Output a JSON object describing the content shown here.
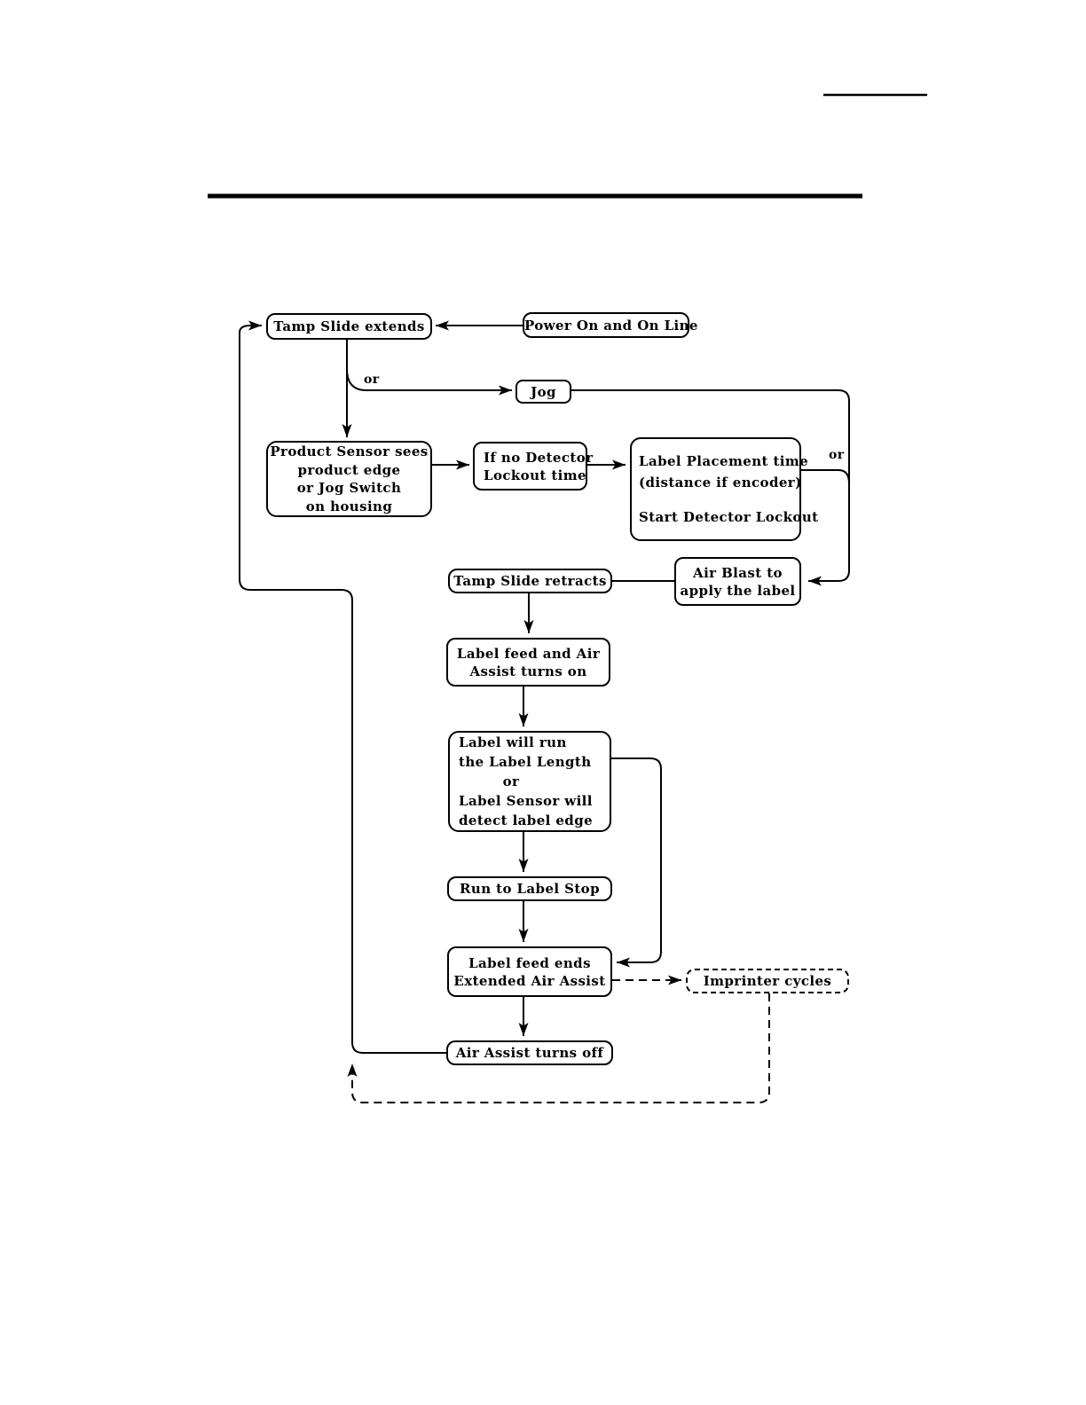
{
  "nodes": {
    "tamp_slide_extends": {
      "lines": [
        "Tamp Slide extends"
      ]
    },
    "power_on_line": {
      "lines": [
        "Power On and On Line"
      ]
    },
    "jog": {
      "lines": [
        "Jog"
      ]
    },
    "product_sensor": {
      "lines": [
        "Product Sensor sees",
        "product edge",
        "or Jog Switch",
        "on housing"
      ]
    },
    "no_detector_lockout": {
      "lines": [
        "If no Detector",
        "Lockout time"
      ]
    },
    "label_placement": {
      "lines": [
        "Label Placement time",
        "(distance if encoder)",
        "",
        "Start Detector Lockout"
      ]
    },
    "air_blast": {
      "lines": [
        "Air Blast to",
        "apply the label"
      ]
    },
    "tamp_slide_retracts": {
      "lines": [
        "Tamp Slide retracts"
      ]
    },
    "label_feed_air_on": {
      "lines": [
        "Label feed and Air",
        "Assist turns on"
      ]
    },
    "label_run": {
      "lines": [
        "Label will run",
        "the Label Length",
        "or",
        "Label Sensor will",
        "detect label edge"
      ]
    },
    "run_to_label_stop": {
      "lines": [
        "Run to Label Stop"
      ]
    },
    "label_feed_ends": {
      "lines": [
        "Label feed ends",
        "Extended Air Assist"
      ]
    },
    "imprinter_cycles": {
      "lines": [
        "Imprinter cycles"
      ]
    },
    "air_assist_off": {
      "lines": [
        "Air Assist turns off"
      ]
    }
  },
  "edge_labels": {
    "or_jog_branch": "or",
    "or_placement_branch": "or"
  },
  "colors": {
    "ink": "#000000",
    "paper": "#ffffff"
  }
}
